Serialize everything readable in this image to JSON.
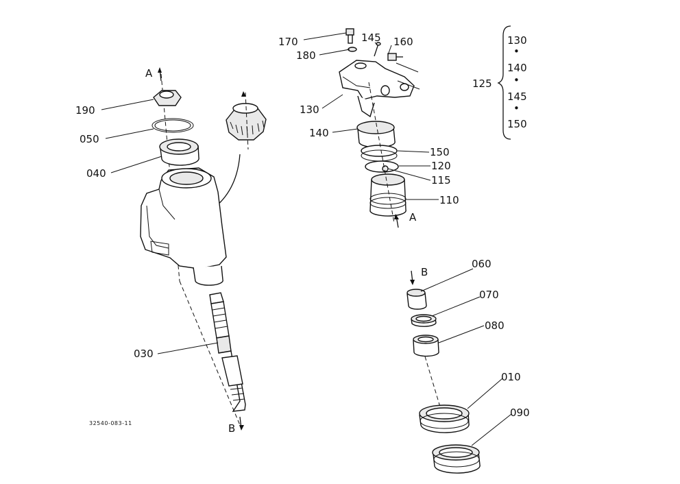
{
  "drawing_code": "32540-083-11",
  "flow_labels": {
    "a_top": "A",
    "a_bottom": "A",
    "b_top": "B",
    "b_bottom": "B"
  },
  "callouts": {
    "p170": "170",
    "p145": "145",
    "p160": "160",
    "p180": "180",
    "p130": "130",
    "p140": "140",
    "p150": "150",
    "p120": "120",
    "p115": "115",
    "p110": "110",
    "p190": "190",
    "p050": "050",
    "p040": "040",
    "p030": "030",
    "p060": "060",
    "p070": "070",
    "p080": "080",
    "p010": "010",
    "p090": "090"
  },
  "assembly_group": {
    "id": "125",
    "members": [
      "130",
      "140",
      "145",
      "150"
    ],
    "separator": "•"
  }
}
